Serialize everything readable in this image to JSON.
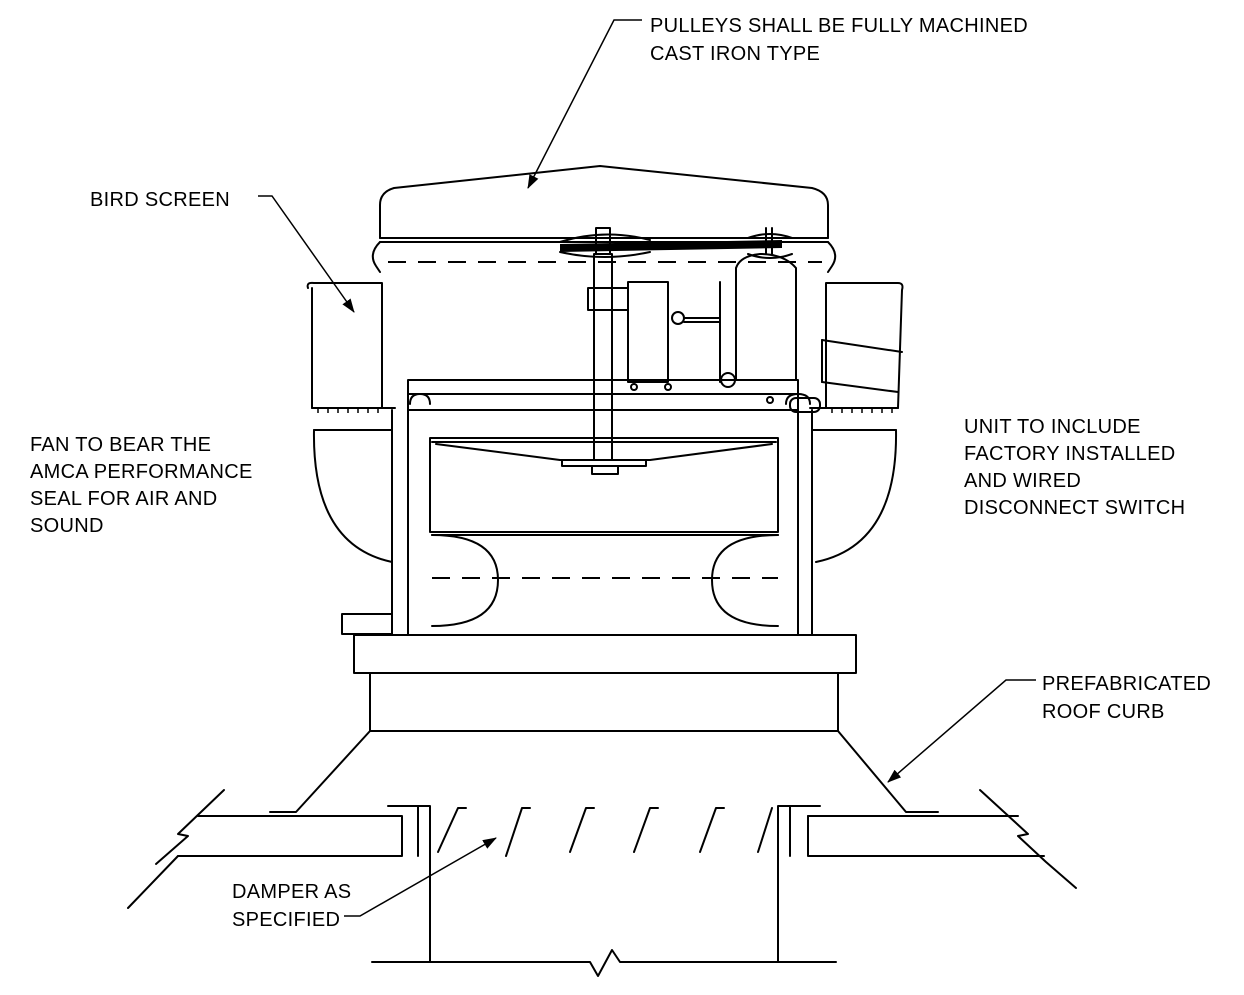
{
  "labels": {
    "pulleys": [
      "PULLEYS SHALL BE FULLY MACHINED",
      "CAST IRON TYPE"
    ],
    "bird_screen": [
      "BIRD SCREEN"
    ],
    "amca": [
      "FAN TO BEAR THE",
      "AMCA PERFORMANCE",
      "SEAL FOR AIR AND",
      "SOUND"
    ],
    "disconnect": [
      "UNIT TO INCLUDE",
      "FACTORY INSTALLED",
      "AND WIRED",
      "DISCONNECT SWITCH"
    ],
    "roof_curb": [
      "PREFABRICATED",
      "ROOF CURB"
    ],
    "damper": [
      "DAMPER AS",
      "SPECIFIED"
    ]
  }
}
